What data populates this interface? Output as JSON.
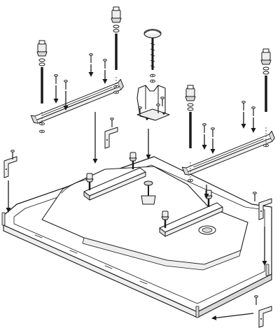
{
  "diagram": {
    "subject": "bathtub-frame-assembly",
    "parts": [
      "bathtub",
      "left-rail",
      "right-rail",
      "center-leg",
      "corner-bracket",
      "adjustable-foot",
      "screw"
    ],
    "colors": {
      "ink": "#1a1a1a",
      "background": "#ffffff",
      "light": "#eeeeee",
      "mid": "#d9d9d9"
    }
  }
}
